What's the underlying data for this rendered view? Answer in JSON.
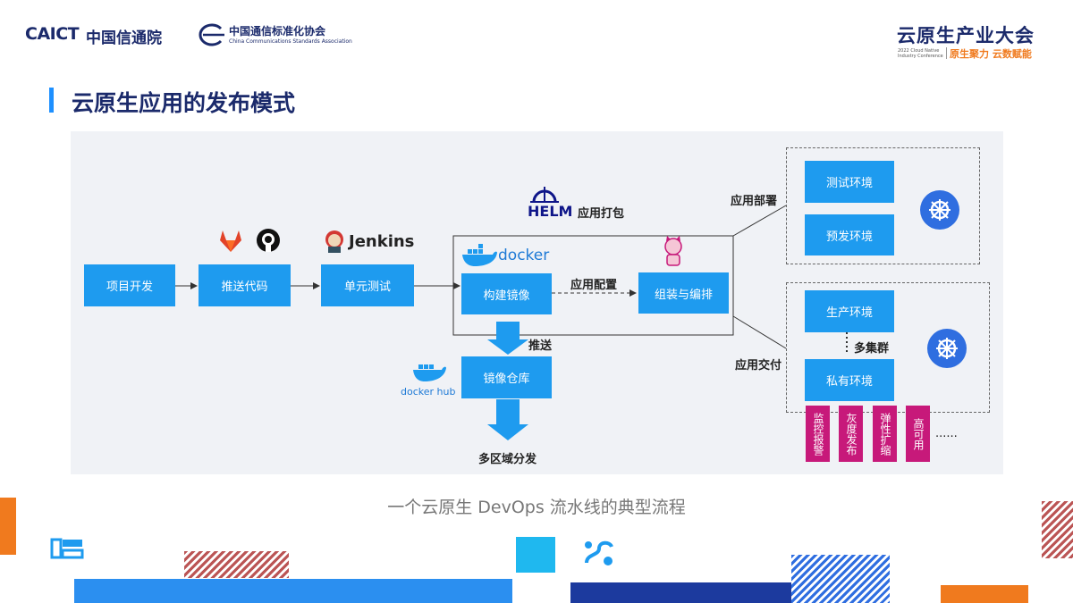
{
  "header": {
    "caict_logo": "CAICT",
    "caict_cn": "中国信通院",
    "ccsa_cn": "中国通信标准化协会",
    "ccsa_en": "China Communications Standards Association",
    "conference_title": "云原生产业大会",
    "conference_sub1": "2022 Cloud Native",
    "conference_sub2": "Industry Conference",
    "conference_slogan": "原生聚力 云数赋能"
  },
  "slide": {
    "title": "云原生应用的发布模式",
    "caption": "一个云原生 DevOps 流水线的典型流程"
  },
  "diagram": {
    "steps": {
      "dev": "项目开发",
      "push_code": "推送代码",
      "unit_test": "单元测试",
      "build_image": "构建镜像",
      "assemble": "组装与编排",
      "registry": "镜像仓库"
    },
    "logos": {
      "jenkins": "Jenkins",
      "helm": "HELM",
      "docker": "docker",
      "dockerhub": "docker hub"
    },
    "labels": {
      "app_package": "应用打包",
      "app_config": "应用配置",
      "push": "推送",
      "multi_region": "多区域分发",
      "app_deploy": "应用部署",
      "app_delivery": "应用交付",
      "multi_cluster": "多集群"
    },
    "envs": {
      "test": "测试环境",
      "pre": "预发环境",
      "prod": "生产环境",
      "private": "私有环境"
    },
    "features": [
      "监控报警",
      "灰度发布",
      "弹性扩缩",
      "高可用"
    ],
    "features_more": "......"
  },
  "colors": {
    "step_blue": "#1e9bef",
    "feature_magenta": "#c7197a",
    "title_navy": "#1b2a6b",
    "accent_orange": "#f07a1e"
  }
}
